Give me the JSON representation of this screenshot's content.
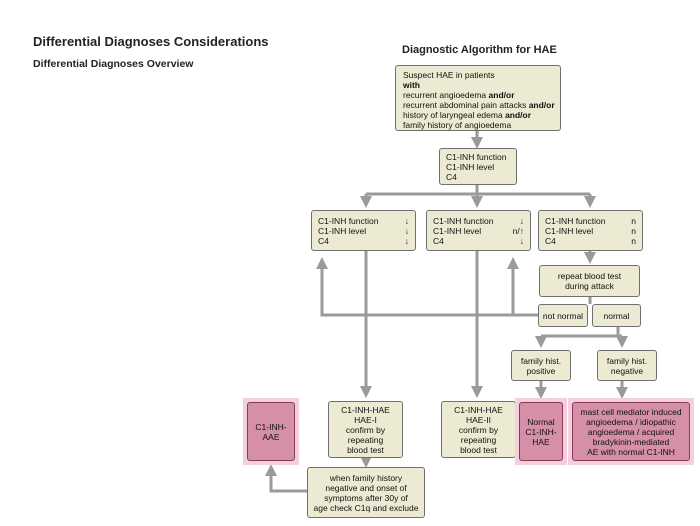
{
  "page": {
    "title": "Differential Diagnoses Considerations",
    "subtitle": "Differential Diagnoses Overview",
    "diagram_title": "Diagnostic Algorithm for HAE"
  },
  "boxes": {
    "suspect": {
      "intro": "Suspect HAE in patients",
      "with": "with",
      "items": [
        {
          "text": "recurrent angioedema ",
          "conj": "and/or"
        },
        {
          "text": "recurrent abdominal pain attacks ",
          "conj": "and/or"
        },
        {
          "text": "history of laryngeal edema ",
          "conj": "and/or"
        },
        {
          "text": "family history of angioedema",
          "conj": ""
        }
      ]
    },
    "test": {
      "lines": [
        "C1-INH function",
        "C1-INH level",
        "C4"
      ]
    },
    "result1": {
      "rows": [
        {
          "label": "C1-INH function",
          "value": "↓"
        },
        {
          "label": "C1-INH level",
          "value": "↓"
        },
        {
          "label": "C4",
          "value": "↓"
        }
      ]
    },
    "result2": {
      "rows": [
        {
          "label": "C1-INH function",
          "value": "↓"
        },
        {
          "label": "C1-INH level",
          "value": "n/↑"
        },
        {
          "label": "C4",
          "value": "↓"
        }
      ]
    },
    "result3": {
      "rows": [
        {
          "label": "C1-INH function",
          "value": "n"
        },
        {
          "label": "C1-INH level",
          "value": "n"
        },
        {
          "label": "C4",
          "value": "n"
        }
      ]
    },
    "repeat": {
      "lines": [
        "repeat blood test",
        "during attack"
      ]
    },
    "not_normal": "not normal",
    "normal": "normal",
    "fam_pos": {
      "lines": [
        "family hist.",
        "positive"
      ]
    },
    "fam_neg": {
      "lines": [
        "family hist.",
        "negative"
      ]
    },
    "hae1": {
      "lines": [
        "C1-INH-HAE",
        "HAE-I",
        "confirm by",
        "repeating",
        "blood test"
      ]
    },
    "hae2": {
      "lines": [
        "C1-INH-HAE",
        "HAE-II",
        "confirm by",
        "repeating",
        "blood test"
      ]
    },
    "aae": {
      "lines": [
        "C1-INH-",
        "AAE"
      ]
    },
    "normal_hae": {
      "lines": [
        "Normal",
        "C1-INH-",
        "HAE"
      ]
    },
    "mast": {
      "lines": [
        "mast cell mediator induced",
        "angioedema / idiopathic",
        "angioedema / acquired",
        "bradykinin-mediated",
        "AE with normal C1-INH"
      ]
    },
    "when": {
      "lines": [
        "when family history",
        "negative and onset of",
        "symptoms after 30y of",
        "age check C1q and exclude"
      ]
    }
  },
  "colors": {
    "box_fill": "#ecead2",
    "pink_fill": "#d58fa6",
    "halo": "#f4cfe0",
    "arrow": "#9a9a9a"
  }
}
